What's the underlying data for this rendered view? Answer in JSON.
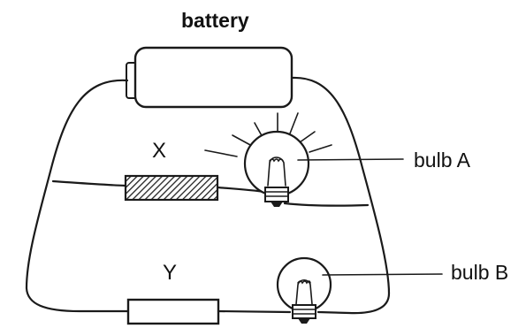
{
  "labels": {
    "battery": "battery",
    "x": "X",
    "y": "Y",
    "bulb_a": "bulb A",
    "bulb_b": "bulb B"
  },
  "components": {
    "battery": {
      "type": "cell"
    },
    "x": {
      "type": "resistor",
      "shaded": true
    },
    "y": {
      "type": "resistor",
      "shaded": false
    },
    "bulb_a": {
      "type": "bulb",
      "lit": true
    },
    "bulb_b": {
      "type": "bulb",
      "lit": false
    }
  },
  "colors": {
    "ink": "#1a1a1a",
    "background": "#ffffff"
  }
}
